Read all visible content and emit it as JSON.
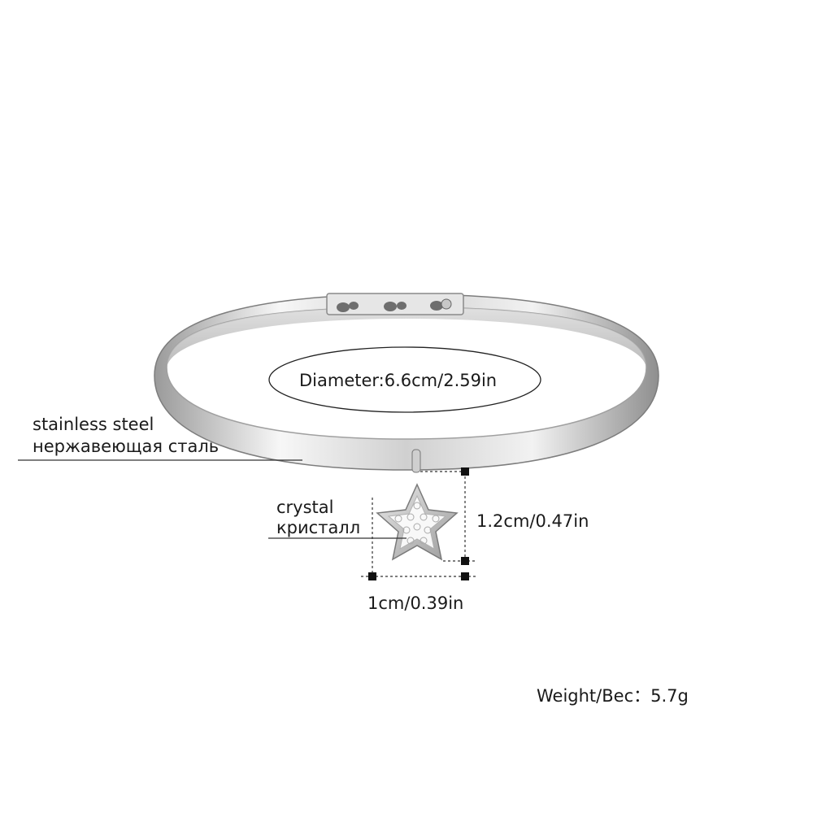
{
  "labels": {
    "diameter": "Diameter:6.6cm/2.59in",
    "material_en": "stainless steel",
    "material_ru": "нержавеющая сталь",
    "stone_en": "crystal",
    "stone_ru": "кристалл",
    "charm_height": "1.2cm/0.47in",
    "charm_width": "1cm/0.39in",
    "weight": "Weight/Bec：5.7g"
  },
  "colors": {
    "metal_light": "#f2f2f2",
    "metal_mid": "#c9c9c9",
    "metal_dark": "#8a8a8a",
    "line": "#333333",
    "marker": "#111111"
  }
}
